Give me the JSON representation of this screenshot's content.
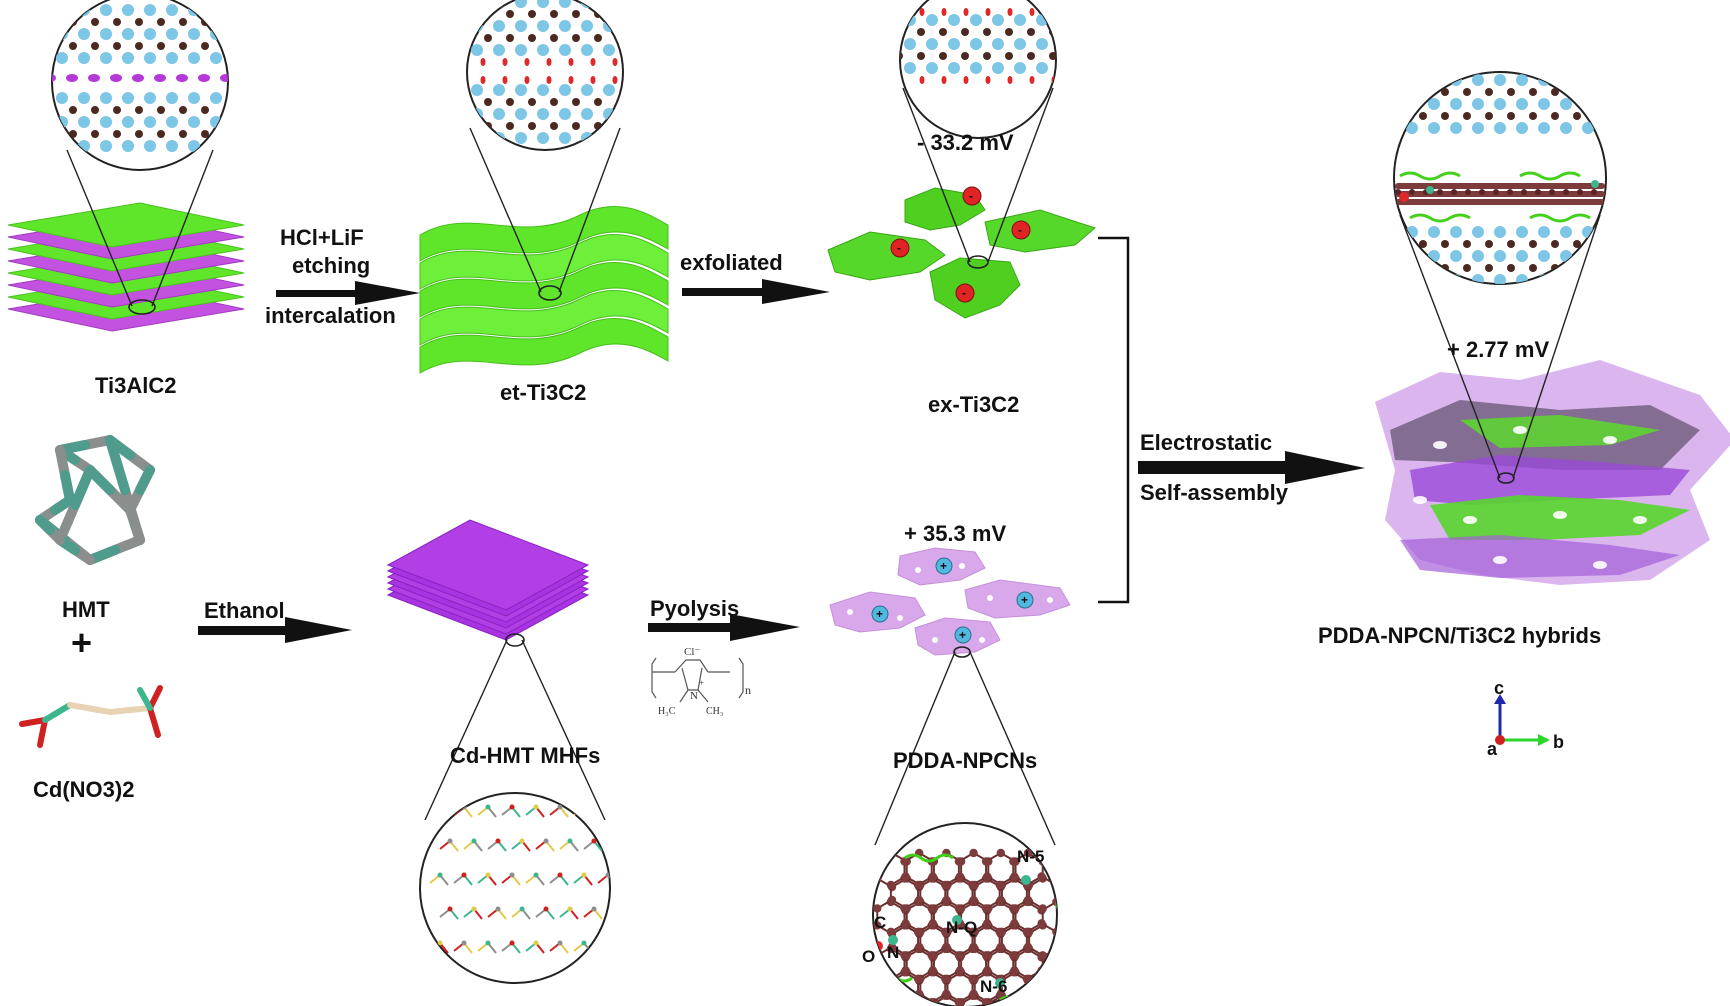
{
  "colors": {
    "mxene_green": "#5fe62a",
    "al_layer_purple": "#c452e0",
    "mhf_purple": "#b23ee6",
    "npcn_lilac": "#d8a8ea",
    "ti_atom": "#7ec6e6",
    "c_atom": "#4a2a20",
    "o_atom": "#e02828",
    "al_atom": "#b43ad8",
    "carbon_sheet": "#7d3b3b",
    "nitrogen_atom": "#3db58e",
    "charge_negative": "#e22323",
    "charge_positive": "#52b8e0",
    "arrow": "#111111"
  },
  "labels": {
    "ti3alc2": "Ti3AlC2",
    "et_ti3c2": "et-Ti3C2",
    "ex_ti3c2": "ex-Ti3C2",
    "hybrids": "PDDA-NPCN/Ti3C2 hybrids",
    "hmt": "HMT",
    "plus": "+",
    "cd_no3": "Cd(NO3)2",
    "cd_hmt": "Cd-HMT MHFs",
    "pdda_npcns": "PDDA-NPCNs"
  },
  "arrows": {
    "etching_1": "HCl+LiF",
    "etching_2": "etching",
    "etching_3": "intercalation",
    "exfoliated": "exfoliated",
    "ethanol": "Ethanol",
    "pyolysis": "Pyolysis",
    "electrostatic_1": "Electrostatic",
    "electrostatic_2": "Self-assembly"
  },
  "zeta": {
    "ex_ti3c2": "- 33.2 mV",
    "pdda_npcns": "+ 35.3 mV",
    "hybrids": "+ 2.77 mV"
  },
  "charges": {
    "negative": "-",
    "positive": "+"
  },
  "nitrogen_sites": {
    "n5": "N-5",
    "nq": "N-Q",
    "n6": "N-6",
    "c": "C",
    "o": "O",
    "n": "N"
  },
  "pdda_formula": {
    "chloride": "Cl⁻",
    "cation": "+",
    "n": "N",
    "methyl_left": "H₃C",
    "methyl_right": "CH₃",
    "subscript_n": "n"
  },
  "axes": {
    "c": "c",
    "a": "a",
    "b": "b"
  }
}
